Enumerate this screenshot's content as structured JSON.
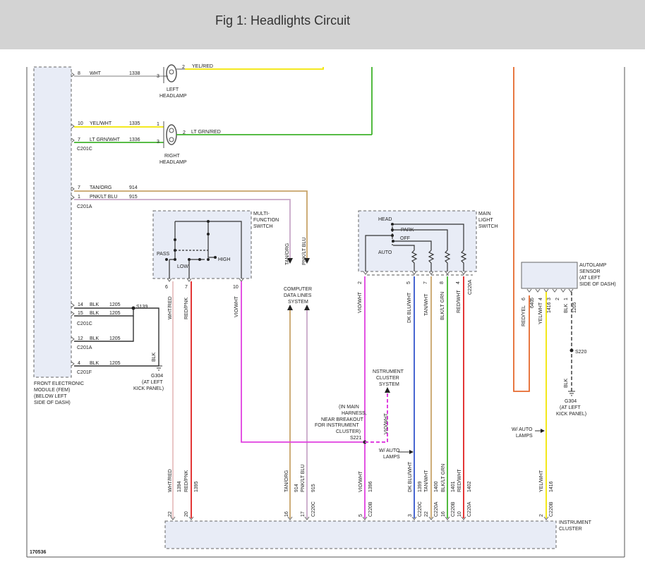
{
  "header": {
    "title": "Fig 1: Headlights Circuit"
  },
  "figure_id": "170536",
  "colors": {
    "yellow": "#f2e600",
    "green": "#3fb32b",
    "tan": "#c8a46a",
    "pink_lt_blue": "#c8a8c8",
    "gray": "#aaaaaa",
    "red": "#e02020",
    "violet": "#e040e0",
    "blue": "#3355cc",
    "orange": "#e66a2e",
    "black": "#333333",
    "light_pink": "#e8c0c0"
  },
  "fem": {
    "label_lines": [
      "FRONT ELECTRONIC",
      "MODULE (FEM)",
      "(BELOW LEFT",
      "SIDE OF DASH)"
    ],
    "wires": [
      {
        "pin": "8",
        "color": "WHT",
        "circuit": "1338"
      },
      {
        "pin": "10",
        "color": "YEL/WHT",
        "circuit": "1335"
      },
      {
        "pin": "7",
        "color": "LT GRN/WHT",
        "circuit": "1336"
      },
      {
        "pin": "7",
        "color": "TAN/ORG",
        "circuit": "914"
      },
      {
        "pin": "1",
        "color": "PNK/LT BLU",
        "circuit": "915"
      },
      {
        "pin": "14",
        "color": "BLK",
        "circuit": "1205"
      },
      {
        "pin": "15",
        "color": "BLK",
        "circuit": "1205"
      },
      {
        "pin": "12",
        "color": "BLK",
        "circuit": "1205"
      },
      {
        "pin": "4",
        "color": "BLK",
        "circuit": "1205"
      }
    ],
    "connectors": [
      "C201C",
      "C201A",
      "C201C",
      "C201A",
      "C201F"
    ],
    "splice": "S139"
  },
  "left_headlamp": {
    "label_lines": [
      "LEFT",
      "HEADLAMP"
    ],
    "pins": [
      "2",
      "3"
    ],
    "top_wire": "YEL/RED"
  },
  "right_headlamp": {
    "label_lines": [
      "RIGHT",
      "HEADLAMP"
    ],
    "pins": [
      "1",
      "3",
      "2"
    ],
    "out_wire": "LT GRN/RED"
  },
  "ground_left": {
    "wire": "BLK",
    "id": "G304",
    "loc_lines": [
      "(AT LEFT",
      "KICK PANEL)"
    ]
  },
  "mfs": {
    "label_lines": [
      "MULTI-",
      "FUNCTION",
      "SWITCH"
    ],
    "positions": [
      "PASS",
      "LOW",
      "HIGH"
    ],
    "pins": [
      "6",
      "7",
      "10"
    ],
    "wires": [
      "WHT/RED",
      "RED/PNK",
      "VIO/WHT"
    ]
  },
  "cdl": {
    "label_lines": [
      "COMPUTER",
      "DATA LINES",
      "SYSTEM"
    ],
    "wires": [
      "TAN/ORG",
      "PNK/LT BLU"
    ]
  },
  "mls": {
    "label_lines": [
      "MAIN",
      "LIGHT",
      "SWITCH"
    ],
    "positions": [
      "HEAD",
      "PARK",
      "OFF",
      "AUTO"
    ],
    "pins": [
      "2",
      "5",
      "7",
      "8",
      "4"
    ],
    "connector": "C220A",
    "wires": [
      "VIO/WHT",
      "DK BLU/WHT",
      "TAN/WHT",
      "BLK/LT GRN",
      "RED/WHT"
    ]
  },
  "ics": {
    "label_lines": [
      "NSTRUMENT",
      "CLUSTER",
      "SYSTEM"
    ],
    "wire": "VIO/WHT"
  },
  "splice_s221": {
    "label_lines": [
      "(IN MAIN",
      "HARNESS,",
      "NEAR BREAKOUT",
      "FOR INSTRUMENT",
      "CLUSTER)"
    ],
    "id": "S221"
  },
  "auto_lamps_mid": {
    "label_lines": [
      "W/ AUTO",
      "LAMPS"
    ]
  },
  "auto_lamps_right": {
    "label_lines": [
      "W/ AUTO",
      "LAMPS"
    ]
  },
  "autolamp_sensor": {
    "label_lines": [
      "AUTOLAMP",
      "SENSOR",
      "(AT LEFT",
      "SIDE OF DASH)"
    ],
    "pins": [
      "6",
      "5",
      "4",
      "3",
      "2",
      "1"
    ],
    "wires": [
      {
        "color": "RED/YEL",
        "circuit": "640"
      },
      {
        "color": "YEL/WHT",
        "circuit": "1416"
      },
      {
        "color": "BLK",
        "circuit": "1205"
      }
    ]
  },
  "splice_s220": "S220",
  "ground_right": {
    "wire": "BLK",
    "id": "G304",
    "loc_lines": [
      "(AT LEFT",
      "KICK PANEL)"
    ]
  },
  "instrument_cluster": {
    "label_lines": [
      "INSTRUMENT",
      "CLUSTER"
    ],
    "entries": [
      {
        "color": "WHT/RED",
        "circuit": "1394",
        "pin": "22"
      },
      {
        "color": "RED/PNK",
        "circuit": "1395",
        "pin": "20"
      },
      {
        "color": "TAN/ORG",
        "circuit": "914",
        "pin": "16"
      },
      {
        "color": "PNK/LT BLU",
        "circuit": "915",
        "pin": "17"
      },
      {
        "color": "VIO/WHT",
        "circuit": "1396",
        "pin": "5"
      },
      {
        "color": "DK BLU/WHT",
        "circuit": "1399",
        "pin": "3"
      },
      {
        "color": "TAN/WHT",
        "circuit": "1400",
        "pin": "22"
      },
      {
        "color": "BLK/LT GRN",
        "circuit": "1401",
        "pin": "16"
      },
      {
        "color": "RED/WHT",
        "circuit": "1402",
        "pin": "10"
      },
      {
        "color": "YEL/WHT",
        "circuit": "1416",
        "pin": "2"
      }
    ],
    "connectors": [
      "C220C",
      "C220B",
      "C220C",
      "C220A",
      "C220B",
      "C220A",
      "C220B"
    ]
  }
}
